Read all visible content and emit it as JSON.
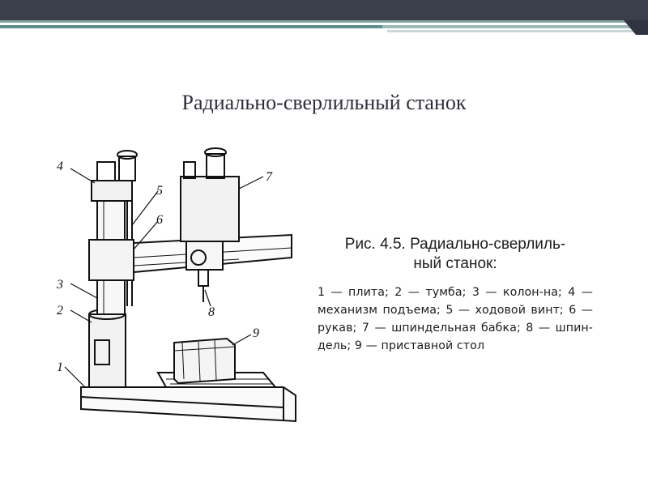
{
  "slide": {
    "title": "Радиально-сверлильный станок"
  },
  "theme": {
    "bar_color": "#3a3f4b",
    "accent_color": "#5f8f8f"
  },
  "figure": {
    "labels": [
      "1",
      "2",
      "3",
      "4",
      "5",
      "6",
      "7",
      "8",
      "9"
    ]
  },
  "caption": {
    "title_line1": "Рис. 4.5. Радиально-сверлиль-",
    "title_line2": "ный станок:",
    "body": "1 — плита; 2 — тумба; 3 — колон-на; 4 — механизм подъема; 5 — ходовой винт; 6 — рукав; 7 — шпиндельная бабка; 8 — шпин-дель; 9 — приставной стол"
  }
}
